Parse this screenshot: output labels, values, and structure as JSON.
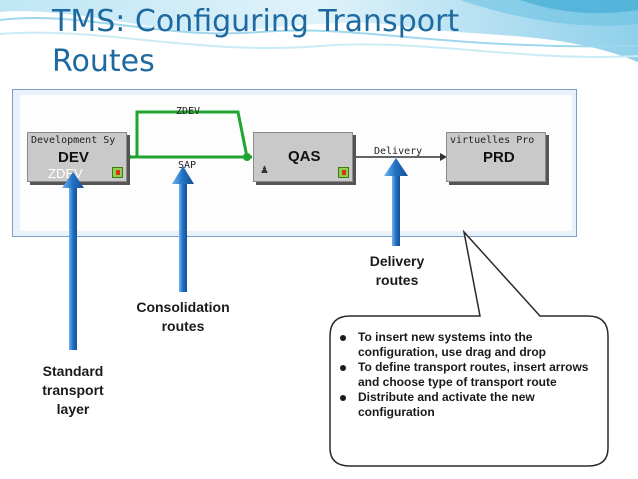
{
  "slide": {
    "title": "TMS: Configuring Transport Routes"
  },
  "config": {
    "systems": {
      "dev": {
        "caption": "Development Sy",
        "name": "DEV",
        "sub": "ZDEV"
      },
      "qas": {
        "name": "QAS"
      },
      "prd": {
        "caption": "virtuelles Pro",
        "name": "PRD"
      }
    },
    "routes": {
      "consolidation_top": "ZDEV",
      "consolidation_bottom": "SAP",
      "delivery": "Delivery"
    }
  },
  "callouts": {
    "standard": [
      "Standard",
      "transport",
      "layer"
    ],
    "consolidation": [
      "Consolidation",
      "routes"
    ],
    "delivery": [
      "Delivery",
      "routes"
    ]
  },
  "bubble": {
    "items": [
      "To insert new systems into the configuration, use drag and drop",
      "To define transport routes, insert arrows and choose type of transport route",
      "Distribute and activate the new configuration"
    ]
  },
  "colors": {
    "title": "#1e6aa0",
    "route_green": "#1fa52f",
    "arrow_blue": "#1f6fc2"
  }
}
